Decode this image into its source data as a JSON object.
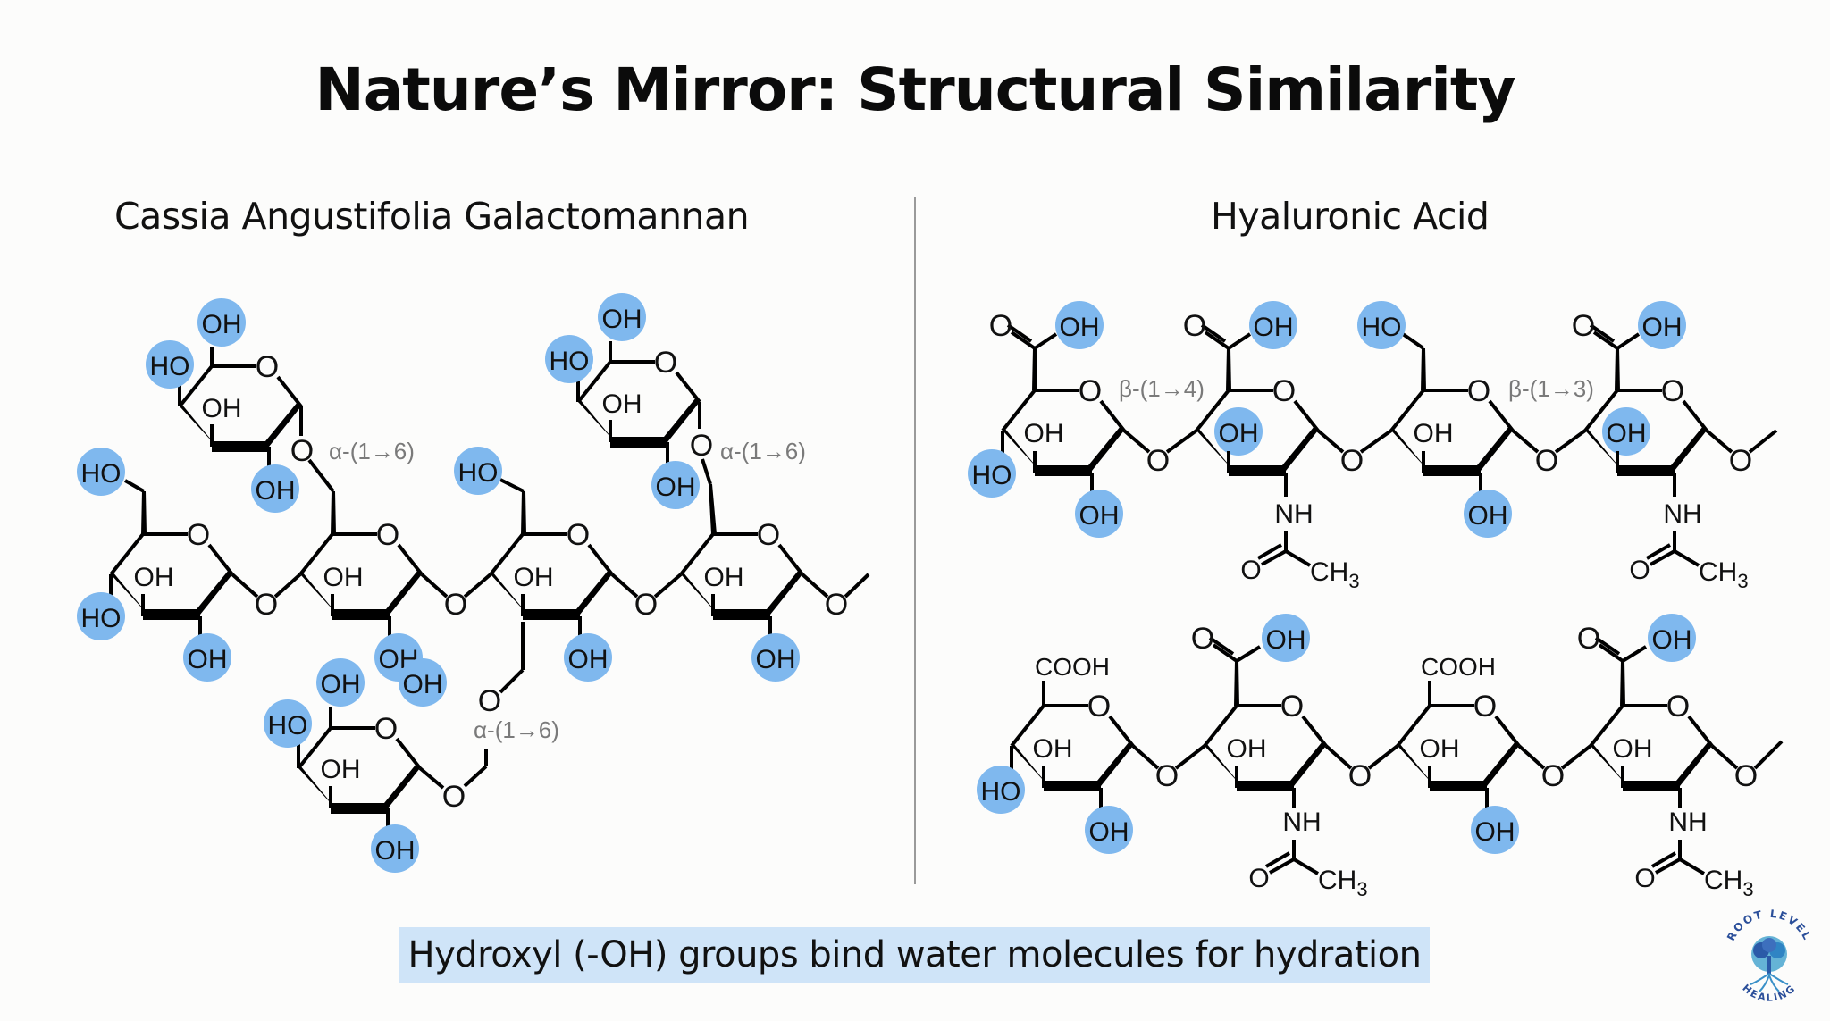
{
  "title": "Nature’s Mirror: Structural Similarity",
  "left_panel": {
    "heading": "Cassia Angustifolia Galactomannan",
    "linkage_labels": [
      "α-(1→6)",
      "α-(1→6)",
      "α-(1→6)"
    ],
    "group_labels": {
      "oh": "OH",
      "ho": "HO",
      "o": "O"
    }
  },
  "right_panel": {
    "heading": "Hyaluronic Acid",
    "linkage_labels": [
      "β-(1→4)",
      "β-(1→3)"
    ],
    "group_labels": {
      "oh": "OH",
      "ho": "HO",
      "o": "O",
      "nh": "NH",
      "ch3": "CH",
      "ch3_sub": "3",
      "cooh": "COOH"
    }
  },
  "caption": "Hydroxyl (-OH) groups bind water molecules for hydration",
  "logo": {
    "top_text": "ROOT LEVEL",
    "bottom_text": "HEALING"
  },
  "colors": {
    "highlight": "#7fb8ee",
    "caption_bg": "#cfe4f8",
    "linkage_text": "#7a7a7a",
    "divider": "#9a9a9a"
  }
}
